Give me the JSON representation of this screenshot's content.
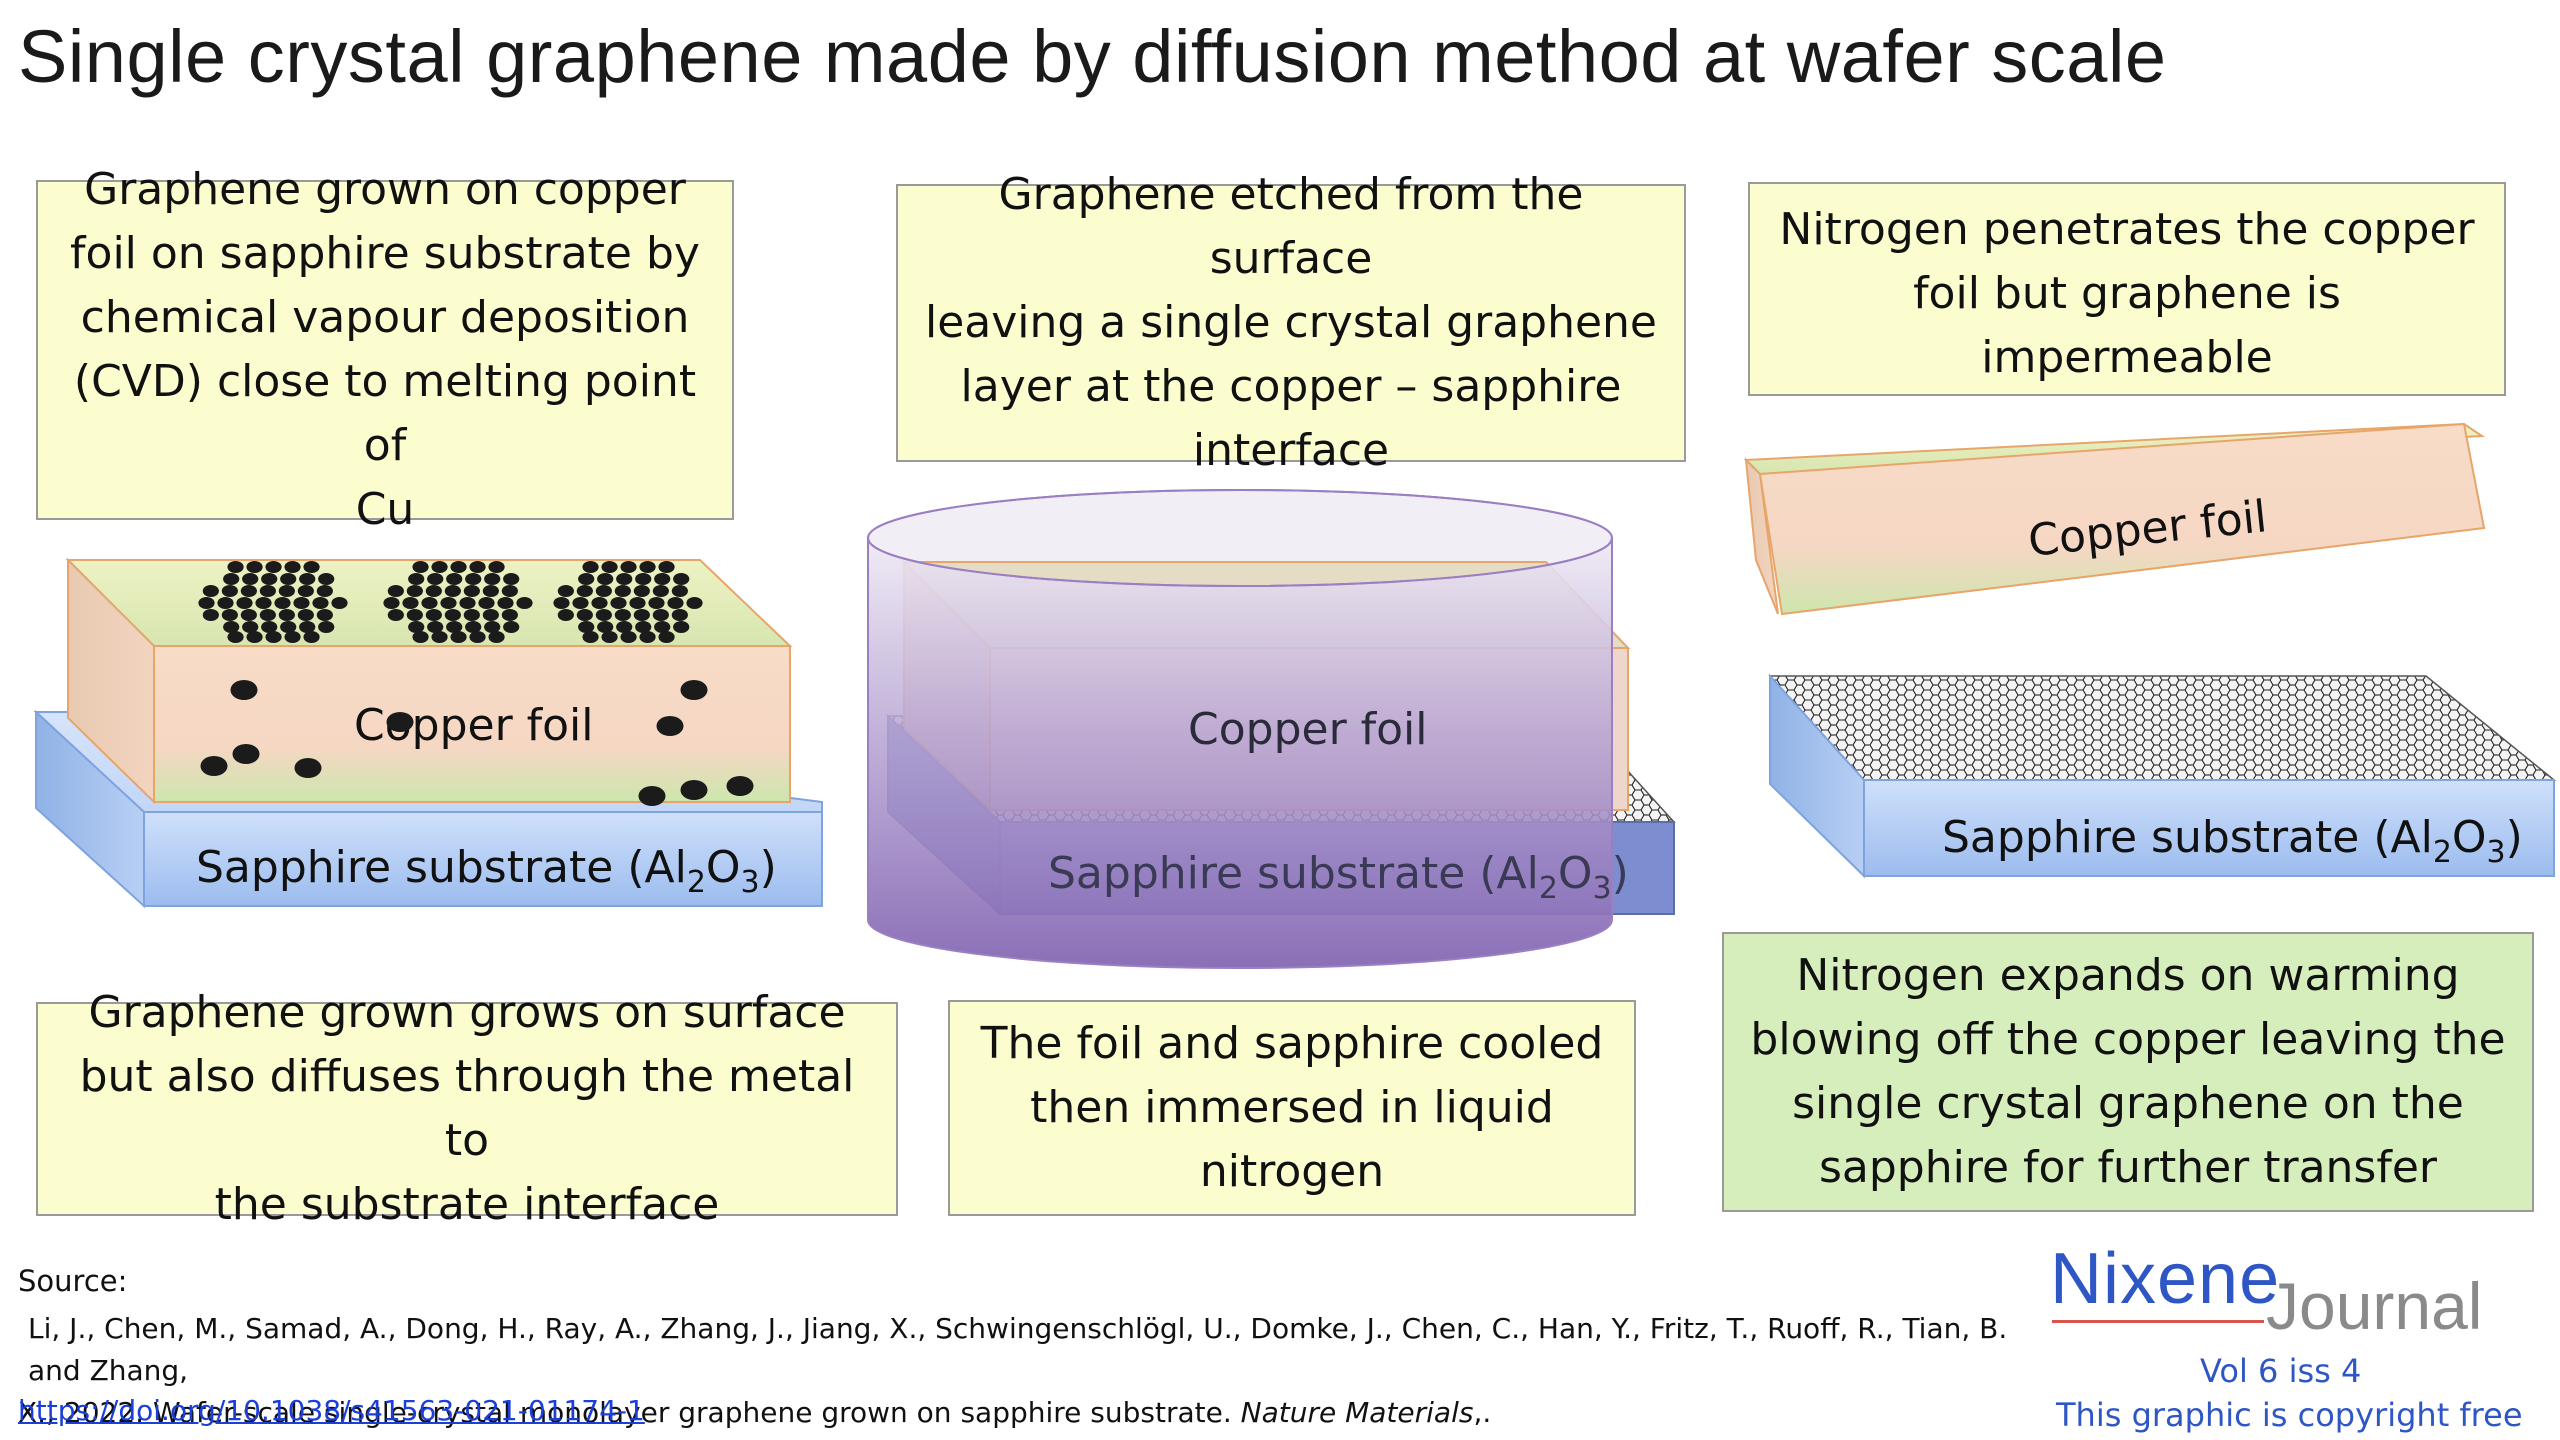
{
  "title": "Single crystal graphene made by diffusion method at wafer scale",
  "boxes": {
    "step1": [
      "Graphene grown on copper",
      "foil on sapphire substrate by",
      "chemical vapour deposition",
      "(CVD) close to melting point of",
      "Cu"
    ],
    "step2": [
      "Graphene grown grows on surface",
      "but also diffuses through the metal to",
      "the substrate interface"
    ],
    "step3": [
      "Graphene etched from the surface",
      "leaving a single crystal graphene",
      "layer at the copper – sapphire",
      "interface"
    ],
    "step4": [
      "The foil and sapphire cooled",
      "then immersed in liquid",
      "nitrogen"
    ],
    "step5": [
      "Nitrogen penetrates the copper",
      "foil but graphene is impermeable"
    ],
    "step6": [
      "Nitrogen expands on warming",
      "blowing off the copper leaving the",
      "single crystal graphene on the",
      "sapphire for further transfer"
    ]
  },
  "labels": {
    "copper_foil": "Copper foil",
    "sapphire_prefix": "Sapphire substrate (Al",
    "sapphire_sub1": "2",
    "sapphire_mid": "O",
    "sapphire_sub2": "3",
    "sapphire_suffix": ")"
  },
  "footer": {
    "source_label": "Source:",
    "reference_line1": "Li, J., Chen, M., Samad, A., Dong, H., Ray, A., Zhang, J., Jiang, X., Schwingenschlögl, U., Domke, J., Chen, C., Han, Y., Fritz, T., Ruoff, R., Tian, B. and Zhang,",
    "reference_line2_prefix": "X., 2022. Wafer-scale single-crystal monolayer graphene grown on sapphire substrate. ",
    "reference_journal": "Nature Materials",
    "reference_line2_suffix": ",.",
    "doi": "https://doi.org/10.1038/s41563-021-01174-1"
  },
  "logo": {
    "brand": "Nixene",
    "brand2": "Journal",
    "volume": "Vol 6 iss 4",
    "notice": "This graphic is copyright free"
  },
  "colors": {
    "box_yellow": "#fbfdcf",
    "box_green": "#d6eebc",
    "sapphire": "#a9c6f2",
    "copper_top": "#dbe8b3",
    "copper_front": "#f3d8c4",
    "liquid_nitrogen": "#8e73b8",
    "brand_blue": "#2f56c5"
  }
}
